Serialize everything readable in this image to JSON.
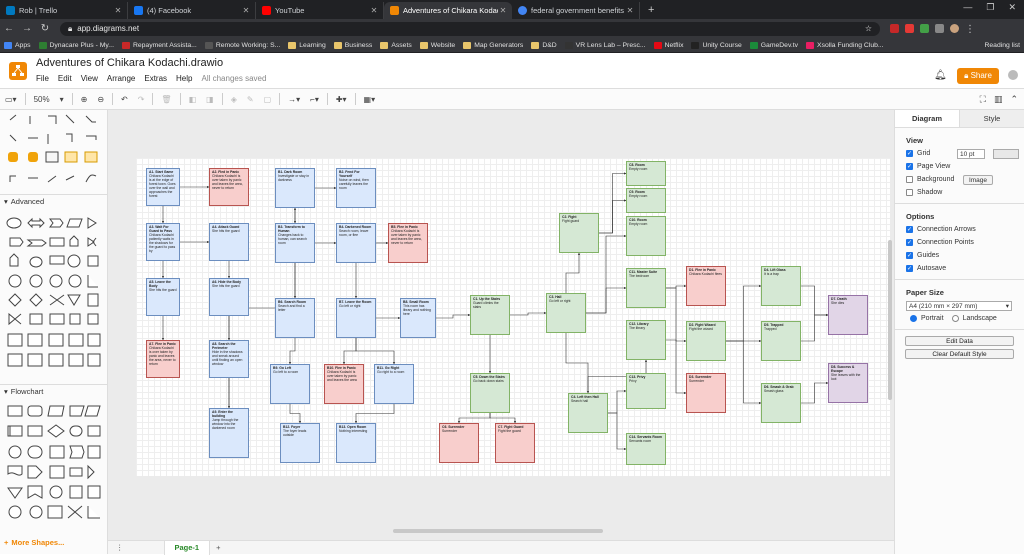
{
  "browser": {
    "tabs": [
      {
        "title": "Rob | Trello",
        "color": "#0079bf"
      },
      {
        "title": "(4) Facebook",
        "color": "#1877f2"
      },
      {
        "title": "YouTube",
        "color": "#ff0000"
      },
      {
        "title": "Adventures of Chikara Kodachi.d",
        "color": "#f08705",
        "active": true
      },
      {
        "title": "federal government benefits - Go",
        "color": "#4285f4"
      }
    ],
    "url": "app.diagrams.net",
    "bookmarks": [
      {
        "label": "Apps",
        "color": "#4285f4"
      },
      {
        "label": "Dynacare Plus - My...",
        "color": "#2e7d32"
      },
      {
        "label": "Repayment Assista...",
        "color": "#c62828"
      },
      {
        "label": "Remote Working: S...",
        "color": "#555555"
      },
      {
        "label": "Learning",
        "folder": true
      },
      {
        "label": "Business",
        "folder": true
      },
      {
        "label": "Assets",
        "folder": true
      },
      {
        "label": "Website",
        "folder": true
      },
      {
        "label": "Map Generators",
        "folder": true
      },
      {
        "label": "D&D",
        "folder": true
      },
      {
        "label": "VR Lens Lab – Presc...",
        "color": "#333333"
      },
      {
        "label": "Netflix",
        "color": "#e50914"
      },
      {
        "label": "Unity Course",
        "color": "#222222"
      },
      {
        "label": "GameDev.tv",
        "color": "#1b8a3a"
      },
      {
        "label": "Xsolla Funding Club...",
        "color": "#e91e63"
      }
    ],
    "reading_list": "Reading list"
  },
  "app": {
    "title": "Adventures of Chikara Kodachi.drawio",
    "menu": [
      "File",
      "Edit",
      "View",
      "Arrange",
      "Extras",
      "Help"
    ],
    "saved_status": "All changes saved",
    "share_label": "Share",
    "zoom": "50%"
  },
  "left_panel": {
    "sections": {
      "advanced": "Advanced",
      "flowchart": "Flowchart"
    },
    "more_shapes": "More Shapes..."
  },
  "page_tab": "Page-1",
  "diagram": {
    "nodes": [
      {
        "id": "a1",
        "color": "blue",
        "title": "A1. Start Game",
        "text": "Chikara Kodachi is at the edge of forest town. Goes over the wall and approaches the forest"
      },
      {
        "id": "a2",
        "color": "red",
        "title": "A2. Fled in Panic",
        "text": "Chikara Kodachi is over taken by panic and leaves the area, never to return"
      },
      {
        "id": "a3",
        "color": "blue",
        "title": "A3. Wait For Guard to Pass",
        "text": "Chikara Kodachi patiently waits in the shadows for the guard to pass by"
      },
      {
        "id": "a4",
        "color": "blue",
        "title": "A4. Attack Guard",
        "text": "She hits the guard"
      },
      {
        "id": "a5",
        "color": "blue",
        "title": "A5. Leave the Body",
        "text": "She hits the guard"
      },
      {
        "id": "a6",
        "color": "blue",
        "title": "A6. Hide the Body",
        "text": "She hits the guard"
      },
      {
        "id": "a7",
        "color": "red",
        "title": "A7. Flee in Panic",
        "text": "Chikara Kodachi is over taken by panic and leaves the area, never to return"
      },
      {
        "id": "a8",
        "color": "blue",
        "title": "A8. Search the Perimeter",
        "text": "Hide in the shadows and sneak around until finding an open window"
      },
      {
        "id": "a9",
        "color": "blue",
        "title": "A9. Enter the building",
        "text": "Jump through the window into the darkened room"
      },
      {
        "id": "b1",
        "color": "blue",
        "title": "B1. Dark Room",
        "text": "Investigate or stay in darkness"
      },
      {
        "id": "b2",
        "color": "blue",
        "title": "B2. Fend For Yourself",
        "text": "Noise on wind, then carefully leaves the room"
      },
      {
        "id": "b3",
        "color": "blue",
        "title": "B3. Transform to Human",
        "text": "Changes back to human, can search room"
      },
      {
        "id": "b4",
        "color": "blue",
        "title": "B4. Darkened Room",
        "text": "Search room, leave room, or flee"
      },
      {
        "id": "b5",
        "color": "red",
        "title": "B5. Flee in Panic",
        "text": "Chikara Kodachi is over taken by panic and leaves the area, never to return"
      },
      {
        "id": "b6",
        "color": "blue",
        "title": "B6. Search Room",
        "text": "Search and find a letter"
      },
      {
        "id": "b7",
        "color": "blue",
        "title": "B7. Leave the Room",
        "text": "Go left or right"
      },
      {
        "id": "b8",
        "color": "blue",
        "title": "B8. Small Room",
        "text": "This room has library and nothing here"
      },
      {
        "id": "b9",
        "color": "blue",
        "title": "B9. Go Left",
        "text": "Go left to a room"
      },
      {
        "id": "b10",
        "color": "red",
        "title": "B10. Flee in Panic",
        "text": "Chikara Kodachi is over taken by panic and leaves the area"
      },
      {
        "id": "b11",
        "color": "blue",
        "title": "B11. Go Right",
        "text": "Go right to a room"
      },
      {
        "id": "b12",
        "color": "blue",
        "title": "B12. Foyer",
        "text": "The foyer leads outside"
      },
      {
        "id": "b13",
        "color": "blue",
        "title": "B13. Open Room",
        "text": "Nothing interesting"
      },
      {
        "id": "c1",
        "color": "green",
        "title": "C1. Up the Stairs",
        "text": "Guard climbs the stairs"
      },
      {
        "id": "c2",
        "color": "green",
        "title": "C2. Fight",
        "text": "Fight guard"
      },
      {
        "id": "c3",
        "color": "green",
        "title": "C3. Hall",
        "text": "Go left or right"
      },
      {
        "id": "c4",
        "color": "green",
        "title": "C4. Left then Hall",
        "text": "Search hall"
      },
      {
        "id": "c5",
        "color": "green",
        "title": "C5. Down the Stairs",
        "text": "Go back down stairs"
      },
      {
        "id": "c6",
        "color": "red",
        "title": "C6. Surrender",
        "text": "Surrender"
      },
      {
        "id": "c7",
        "color": "red",
        "title": "C7. Fight Guard",
        "text": "Fight the guard"
      },
      {
        "id": "c8",
        "color": "green",
        "title": "C8. Room",
        "text": "Empty room"
      },
      {
        "id": "c9",
        "color": "green",
        "title": "C9. Room",
        "text": "Empty room"
      },
      {
        "id": "c10",
        "color": "green",
        "title": "C10. Room",
        "text": "Empty room"
      },
      {
        "id": "c11",
        "color": "green",
        "title": "C11. Master Suite",
        "text": "The bedroom"
      },
      {
        "id": "c12",
        "color": "green",
        "title": "C12. Library",
        "text": "The library"
      },
      {
        "id": "c13",
        "color": "green",
        "title": "C13. Privy",
        "text": "Privy"
      },
      {
        "id": "c14",
        "color": "green",
        "title": "C14. Servants Room",
        "text": "Servants room"
      },
      {
        "id": "d1",
        "color": "red",
        "title": "D1. Flee in Panic",
        "text": "Chikara Kodachi flees"
      },
      {
        "id": "d2",
        "color": "green",
        "title": "D2. Fight Wizard",
        "text": "Fight the wizard"
      },
      {
        "id": "d3",
        "color": "red",
        "title": "D3. Surrender",
        "text": "Surrender"
      },
      {
        "id": "d4",
        "color": "green",
        "title": "D4. Lift Glass",
        "text": "It is a trap"
      },
      {
        "id": "d5",
        "color": "green",
        "title": "D5. Trapped",
        "text": "Trapped"
      },
      {
        "id": "d6",
        "color": "green",
        "title": "D6. Smash & Grab",
        "text": "Smash glass"
      },
      {
        "id": "d7",
        "color": "purple",
        "title": "D7. Death",
        "text": "She dies"
      },
      {
        "id": "d8",
        "color": "purple",
        "title": "D8. Success & Escape",
        "text": "She leaves with the loot"
      }
    ]
  },
  "right_panel": {
    "tabs": [
      "Diagram",
      "Style"
    ],
    "view_title": "View",
    "grid_label": "Grid",
    "grid_size": "10 pt",
    "page_view_label": "Page View",
    "background_label": "Background",
    "image_btn": "Image",
    "shadow_label": "Shadow",
    "options_title": "Options",
    "options": [
      "Connection Arrows",
      "Connection Points",
      "Guides",
      "Autosave"
    ],
    "paper_title": "Paper Size",
    "paper_value": "A4 (210 mm × 297 mm)",
    "portrait": "Portrait",
    "landscape": "Landscape",
    "edit_data": "Edit Data",
    "clear_style": "Clear Default Style"
  }
}
